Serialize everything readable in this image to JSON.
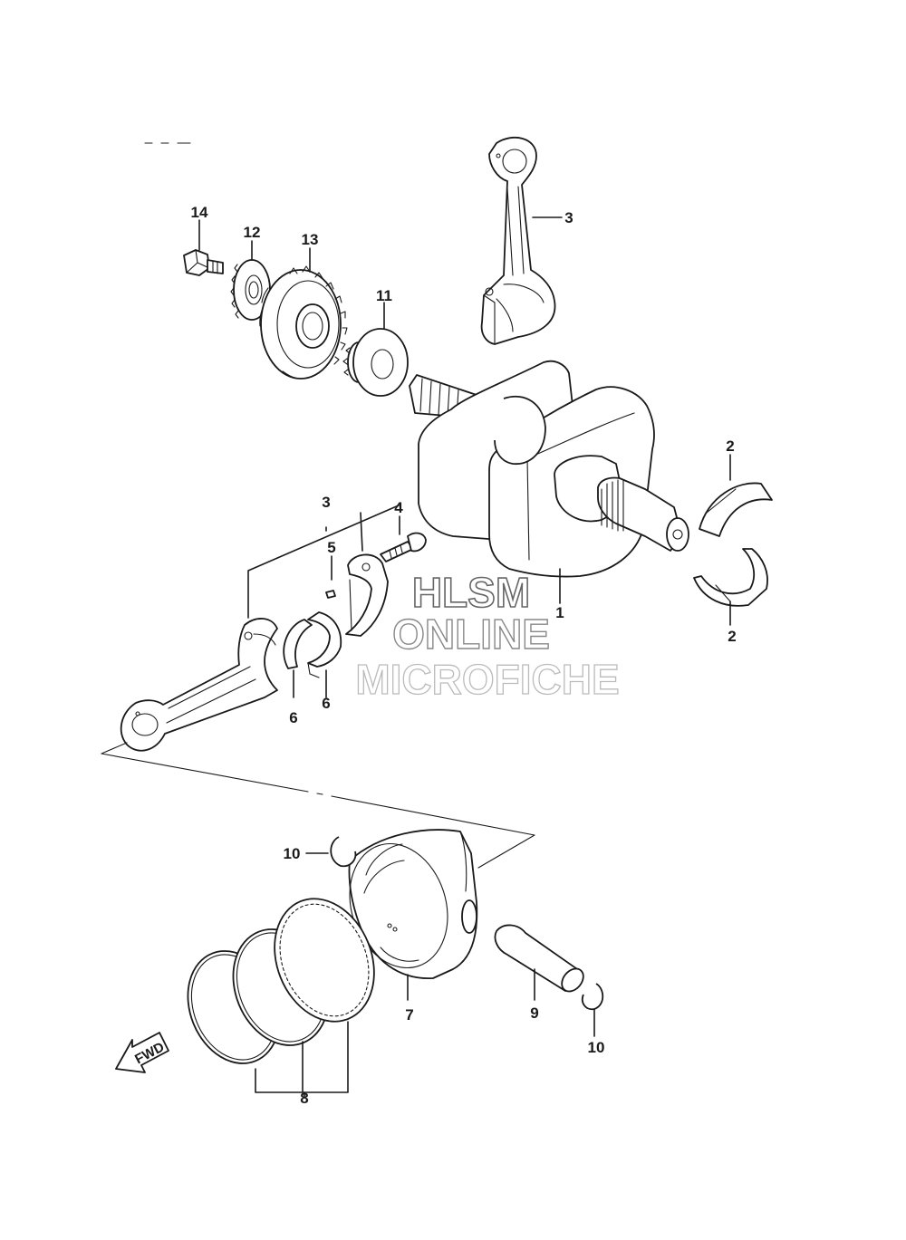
{
  "labels": {
    "crankshaft": "1",
    "bearing_upper": "2",
    "bearing_lower": "2",
    "conrod_top": "3",
    "conrod_group": "3",
    "conrod_bolt": "4",
    "pin": "5",
    "conrod_bearing_a": "6",
    "conrod_bearing_b": "6",
    "piston": "7",
    "piston_rings": "8",
    "piston_pin": "9",
    "circlip_left": "10",
    "circlip_right": "10",
    "washer": "11",
    "small_gear": "12",
    "large_gear": "13",
    "bolt": "14"
  },
  "watermark": {
    "line1": "HLSM",
    "line2": "ONLINE",
    "line3": "MICROFICHE"
  },
  "fwd_label": "FWD"
}
